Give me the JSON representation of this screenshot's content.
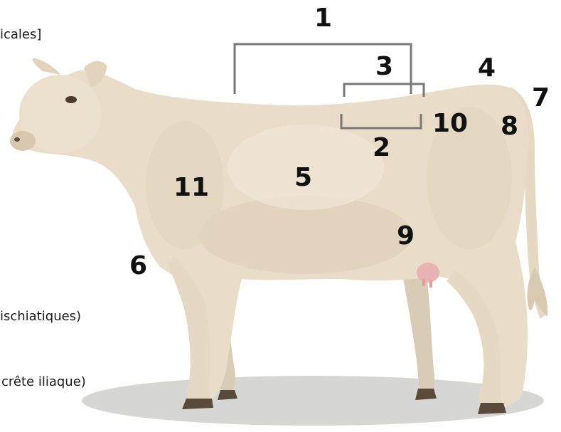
{
  "labels": {
    "n1": "1",
    "n2": "2",
    "n3": "3",
    "n4": "4",
    "n5": "5",
    "n6": "6",
    "n7": "7",
    "n8": "8",
    "n9": "9",
    "n10": "10",
    "n11": "11"
  },
  "side_texts": {
    "top": "icales]",
    "middle": "ischiatiques)",
    "bottom": "crête iliaque)"
  },
  "colors": {
    "cow_body": "#e9ddc9",
    "cow_shadow": "#cbbda5",
    "hoof": "#5a4a3a",
    "ground_shadow": "#d6d6d4",
    "bracket": "#777777",
    "udder": "#e7b3b3"
  }
}
